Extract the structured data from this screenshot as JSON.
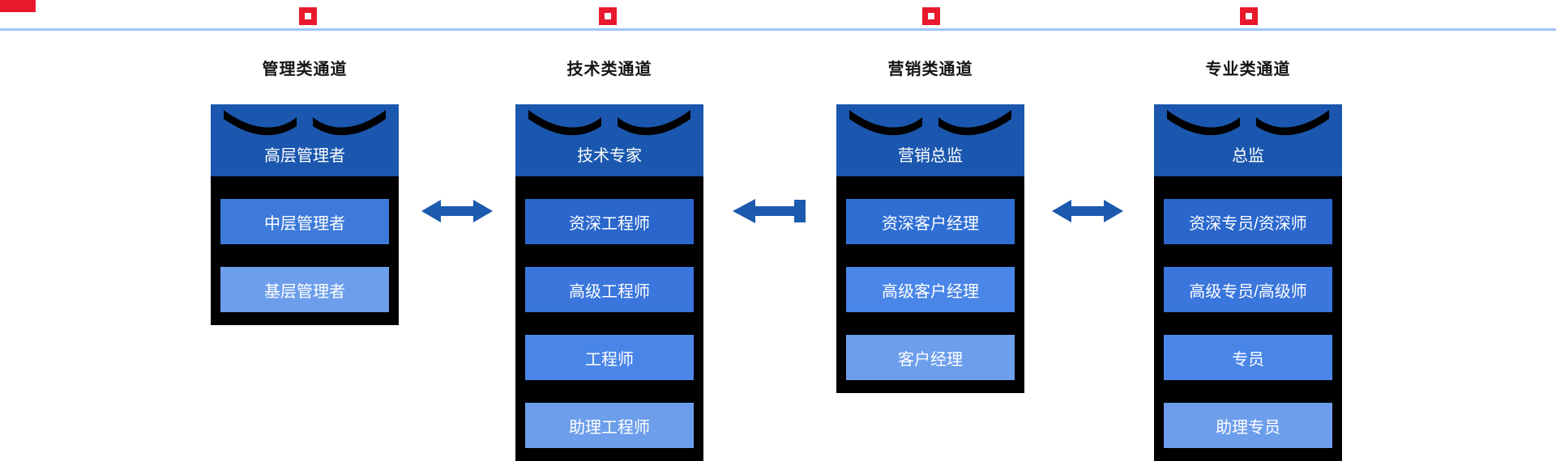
{
  "colors": {
    "accent_red": "#e8192c",
    "timeline_blue": "#9fc5f8",
    "header_blue": "#1b57ae",
    "arrow_blue": "#1b5aae",
    "chart_black": "#000000",
    "title_dark": "#151515",
    "text_white": "#ffffff"
  },
  "timeline": {
    "marker_count": 4
  },
  "channels": [
    {
      "title": "管理类通道",
      "header": "高层管理者",
      "levels": [
        {
          "label": "中层管理者",
          "color": "#3d7ad9"
        },
        {
          "label": "基层管理者",
          "color": "#6d9eeb"
        }
      ]
    },
    {
      "title": "技术类通道",
      "header": "技术专家",
      "levels": [
        {
          "label": "资深工程师",
          "color": "#2a66cc"
        },
        {
          "label": "高级工程师",
          "color": "#3b76dd"
        },
        {
          "label": "工程师",
          "color": "#4a86e8"
        },
        {
          "label": "助理工程师",
          "color": "#6d9eeb"
        }
      ]
    },
    {
      "title": "营销类通道",
      "header": "营销总监",
      "levels": [
        {
          "label": "资深客户经理",
          "color": "#2f6fd4"
        },
        {
          "label": "高级客户经理",
          "color": "#4a86e8"
        },
        {
          "label": "客户经理",
          "color": "#6d9eeb"
        }
      ]
    },
    {
      "title": "专业类通道",
      "header": "总监",
      "levels": [
        {
          "label": "资深专员/资深师",
          "color": "#2a66cc"
        },
        {
          "label": "高级专员/高级师",
          "color": "#3b76dd"
        },
        {
          "label": "专员",
          "color": "#4a86e8"
        },
        {
          "label": "助理专员",
          "color": "#6d9eeb"
        }
      ]
    }
  ],
  "arrows": [
    {
      "type": "double",
      "between": "管理类通道-技术类通道"
    },
    {
      "type": "left-from-bar",
      "between": "营销类通道-技术类通道"
    },
    {
      "type": "double",
      "between": "营销类通道-专业类通道"
    }
  ]
}
